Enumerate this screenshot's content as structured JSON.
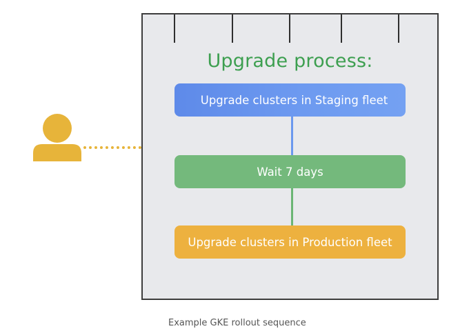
{
  "diagram": {
    "title": "Upgrade process:",
    "steps": [
      {
        "label": "Upgrade clusters in Staging fleet",
        "color": "#6d9af0"
      },
      {
        "label": "Wait 7 days",
        "color": "#74b97c"
      },
      {
        "label": "Upgrade clusters in Production fleet",
        "color": "#edb13f"
      }
    ],
    "actor_icon": "user-icon",
    "actor_color": "#e7b43a",
    "title_color": "#3d9f50"
  },
  "caption": "Example GKE rollout sequence"
}
